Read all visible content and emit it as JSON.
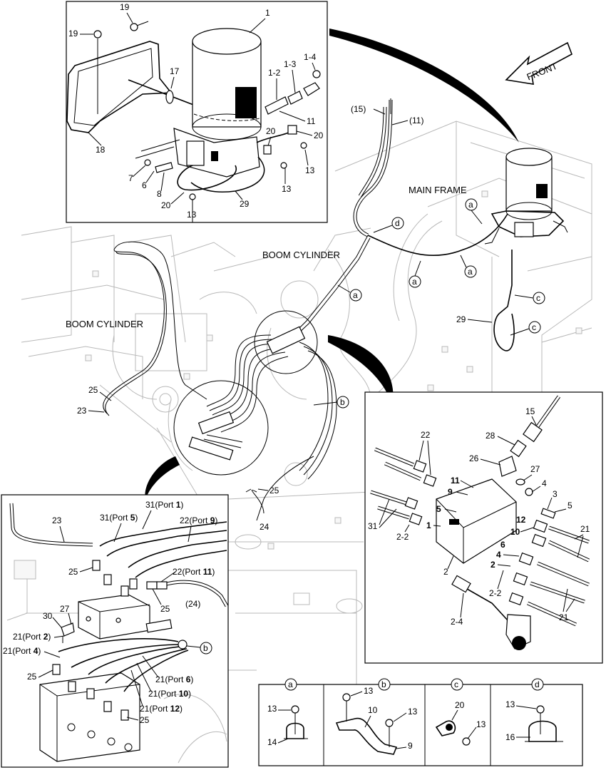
{
  "labels": {
    "front": "FRONT",
    "main_frame": "MAIN FRAME",
    "boom_cylinder_right": "BOOM CYLINDER",
    "boom_cylinder_left": "BOOM CYLINDER",
    "c15": "(15)",
    "c11": "(11)",
    "c24": "(24)",
    "n29": "29",
    "n23": "23",
    "n25a": "25",
    "n25b": "25",
    "n24": "24"
  },
  "top_panel": {
    "n1": "1",
    "n1_2": "1-2",
    "n1_3": "1-3",
    "n1_4": "1-4",
    "n19a": "19",
    "n19b": "19",
    "n17": "17",
    "n18": "18",
    "n11": "11",
    "n20a": "20",
    "n20b": "20",
    "n20c": "20",
    "n7": "7",
    "n6": "6",
    "n8": "8",
    "n13a": "13",
    "n13b": "13",
    "n13c": "13",
    "n29": "29"
  },
  "right_panel": {
    "n15": "15",
    "n28": "28",
    "n26": "26",
    "n27": "27",
    "n22": "22",
    "n4": "4",
    "n3": "3",
    "n5": "5",
    "n31": "31",
    "n2_2a": "2-2",
    "n2_2b": "2-2",
    "n2": "2",
    "n2_4": "2-4",
    "n21a": "21",
    "n21b": "21",
    "p11": "11",
    "p9": "9",
    "p5": "5",
    "p1": "1",
    "p12": "12",
    "p10": "10",
    "p6": "6",
    "p4": "4",
    "p2": "2"
  },
  "left_panel": {
    "port1_pre": "31(Port ",
    "port1_num": "1",
    "port1_post": ")",
    "port5_pre": "31(Port ",
    "port5_num": "5",
    "port5_post": ")",
    "port9_pre": "22(Port ",
    "port9_num": "9",
    "port9_post": ")",
    "port11_pre": "22(Port ",
    "port11_num": "11",
    "port11_post": ")",
    "port2_pre": "21(Port ",
    "port2_num": "2",
    "port2_post": ")",
    "port4_pre": "21(Port ",
    "port4_num": "4",
    "port4_post": ")",
    "port6_pre": "21(Port ",
    "port6_num": "6",
    "port6_post": ")",
    "port10_pre": "21(Port ",
    "port10_num": "10",
    "port10_post": ")",
    "port12_pre": "21(Port ",
    "port12_num": "12",
    "port12_post": ")",
    "n23": "23",
    "n25a": "25",
    "n25b": "25",
    "n25c": "25",
    "n25d": "25",
    "n30": "30",
    "n27": "27",
    "c24": "(24)"
  },
  "callouts": {
    "a": "a",
    "b": "b",
    "c": "c",
    "d": "d"
  },
  "detail_boxes": {
    "a": {
      "n13": "13",
      "n14": "14"
    },
    "b": {
      "n13a": "13",
      "n10": "10",
      "n13b": "13",
      "n9": "9"
    },
    "c": {
      "n20": "20",
      "n13": "13"
    },
    "d": {
      "n13": "13",
      "n16": "16"
    }
  }
}
